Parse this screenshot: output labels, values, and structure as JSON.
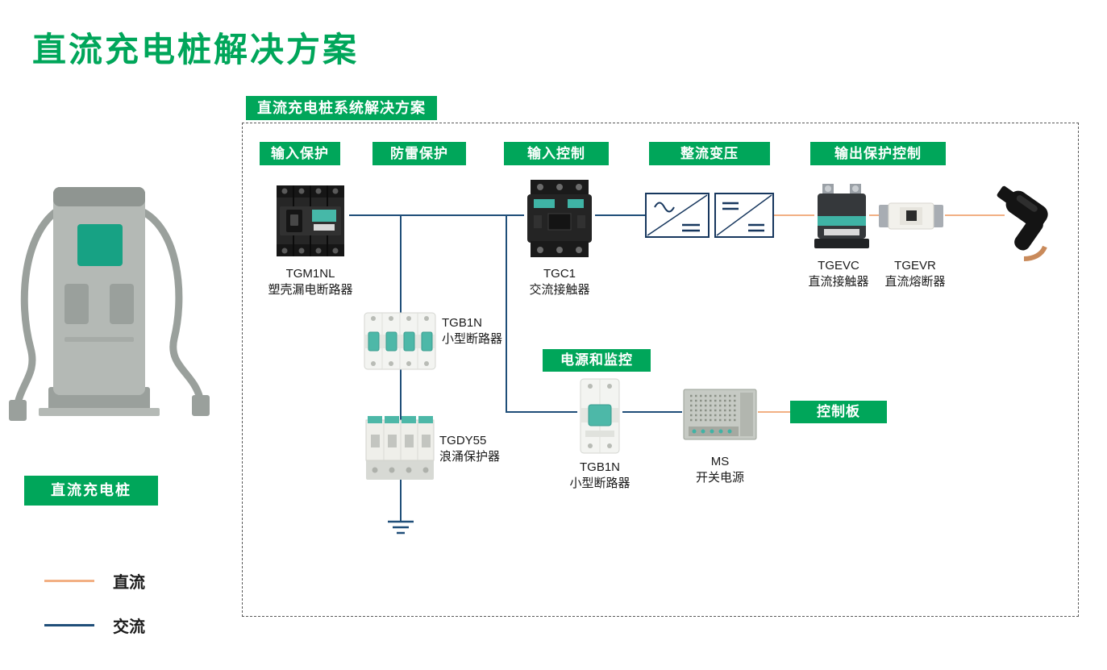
{
  "title": "直流充电桩解决方案",
  "banner": "直流充电桩系统解决方案",
  "stage_labels": {
    "input_protection": "输入保护",
    "lightning_protection": "防雷保护",
    "input_control": "输入控制",
    "rectify_transform": "整流变压",
    "output_protection_control": "输出保护控制",
    "power_and_monitoring": "电源和监控",
    "control_board": "控制板"
  },
  "components": {
    "tgm1nl": {
      "model": "TGM1NL",
      "name": "塑壳漏电断路器"
    },
    "tgb1n_4p": {
      "model": "TGB1N",
      "name": "小型断路器"
    },
    "tgdy55": {
      "model": "TGDY55",
      "name": "浪涌保护器"
    },
    "tgc1": {
      "model": "TGC1",
      "name": "交流接触器"
    },
    "tgevc": {
      "model": "TGEVC",
      "name": "直流接触器"
    },
    "tgevr": {
      "model": "TGEVR",
      "name": "直流熔断器"
    },
    "tgb1n_2p": {
      "model": "TGB1N",
      "name": "小型断路器"
    },
    "ms": {
      "model": "MS",
      "name": "开关电源"
    }
  },
  "pile_label": "直流充电桩",
  "legend": {
    "dc": {
      "label": "直流",
      "color": "#F2B084"
    },
    "ac": {
      "label": "交流",
      "color": "#1F4E79"
    }
  },
  "colors": {
    "accent_green": "#00A65A",
    "dc_line": "#F2B084",
    "ac_line": "#1F4E79"
  }
}
